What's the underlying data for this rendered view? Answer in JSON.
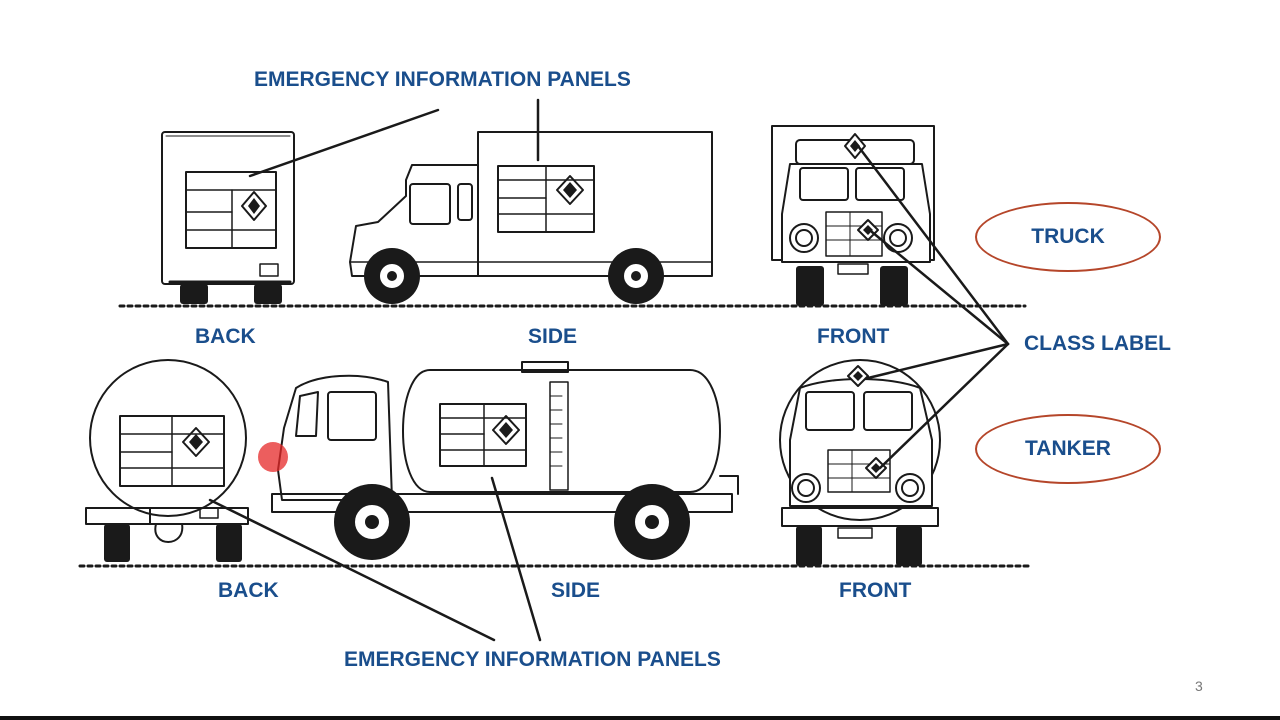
{
  "colors": {
    "label_text": "#1a4e8c",
    "oval_border": "#b5462a",
    "line_art": "#1a1a1a"
  },
  "labels": {
    "panels_top": "EMERGENCY INFORMATION PANELS",
    "panels_bottom": "EMERGENCY INFORMATION PANELS",
    "truck_back": "BACK",
    "truck_side": "SIDE",
    "truck_front": "FRONT",
    "tanker_back": "BACK",
    "tanker_side": "SIDE",
    "tanker_front": "FRONT",
    "class_label": "CLASS LABEL"
  },
  "ovals": {
    "truck": "TRUCK",
    "tanker": "TANKER"
  },
  "page_number": "3"
}
